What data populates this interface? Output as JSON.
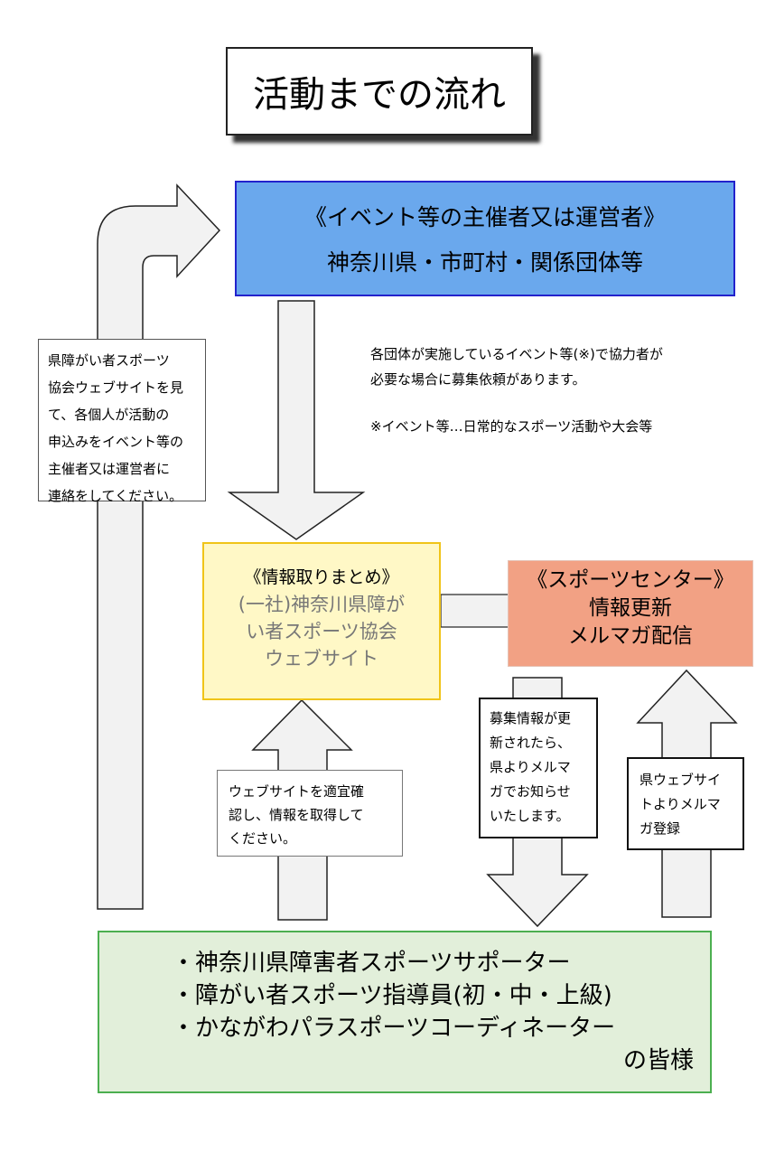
{
  "title": "活動までの流れ",
  "organizer": {
    "heading": "《イベント等の主催者又は運営者》",
    "members": "神奈川県・市町村・関係団体等"
  },
  "organizer_note": {
    "line1": "各団体が実施しているイベント等(※)で協力者が",
    "line2": "必要な場合に募集依頼があります。",
    "footnote": "※イベント等…日常的なスポーツ活動や大会等"
  },
  "left_note": {
    "lines": [
      "県障がい者スポーツ",
      "協会ウェブサイトを見",
      "て、各個人が活動の",
      "申込みをイベント等の",
      "主催者又は運営者に",
      "連絡をしてください。"
    ]
  },
  "info_box": {
    "heading": "《情報取りまとめ》",
    "line1": "(一社)神奈川県障が",
    "line2": "い者スポーツ協会",
    "line3": "ウェブサイト"
  },
  "sports_center": {
    "heading": "《スポーツセンター》",
    "line1": "情報更新",
    "line2": "メルマガ配信"
  },
  "web_note": {
    "lines": [
      "ウェブサイトを適宜確",
      "認し、情報を取得して",
      "ください。"
    ]
  },
  "mail_note": {
    "lines": [
      "募集情報が更",
      "新されたら、",
      "県よりメルマ",
      "ガでお知らせ",
      "いたします。"
    ]
  },
  "register_note": {
    "lines": [
      "県ウェブサイ",
      "トよりメルマ",
      "ガ登録"
    ]
  },
  "members": {
    "lines": [
      "・神奈川県障害者スポーツサポーター",
      "・障がい者スポーツ指導員(初・中・上級)",
      "・かながわパラスポーツコーディネーター"
    ],
    "suffix": "の皆様"
  },
  "colors": {
    "organizer_bg": "#6aa8ed",
    "info_bg": "#fff8c6",
    "sports_center_bg": "#f2a184",
    "members_bg": "#e2efda",
    "arrow_fill": "#f2f2f2"
  }
}
